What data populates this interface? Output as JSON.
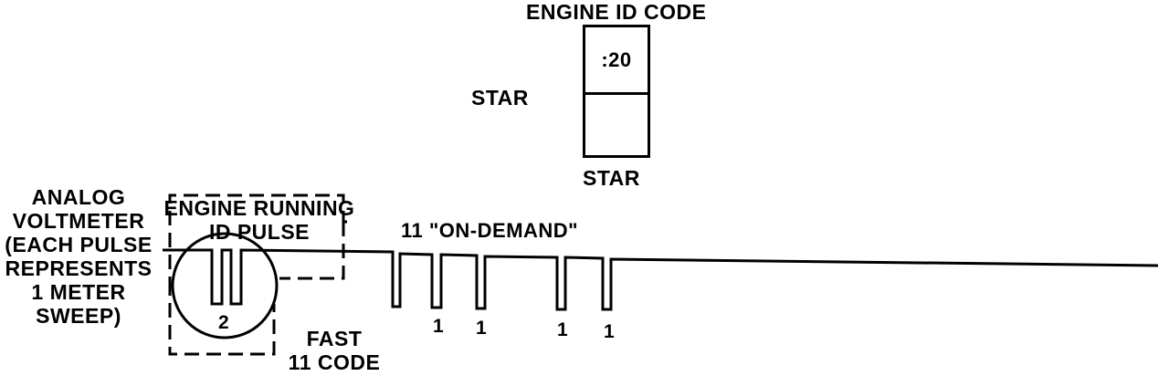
{
  "engine_id": {
    "title": "ENGINE ID CODE",
    "code": ":20",
    "star_left": "STAR",
    "star_bottom": "STAR"
  },
  "analog_label": [
    "ANALOG",
    "VOLTMETER",
    "(EACH PULSE",
    "REPRESENTS",
    "1 METER",
    "SWEEP)"
  ],
  "engine_running": {
    "line1": "ENGINE RUNNING",
    "line2": "ID PULSE",
    "count": "2"
  },
  "fast_code": {
    "line1": "FAST",
    "line2": "11 CODE"
  },
  "on_demand": {
    "label": "11 \"ON-DEMAND\"",
    "pulse_counts": [
      "1",
      "1",
      "1",
      "1"
    ]
  },
  "colors": {
    "ink": "#000000",
    "background": "#ffffff"
  }
}
